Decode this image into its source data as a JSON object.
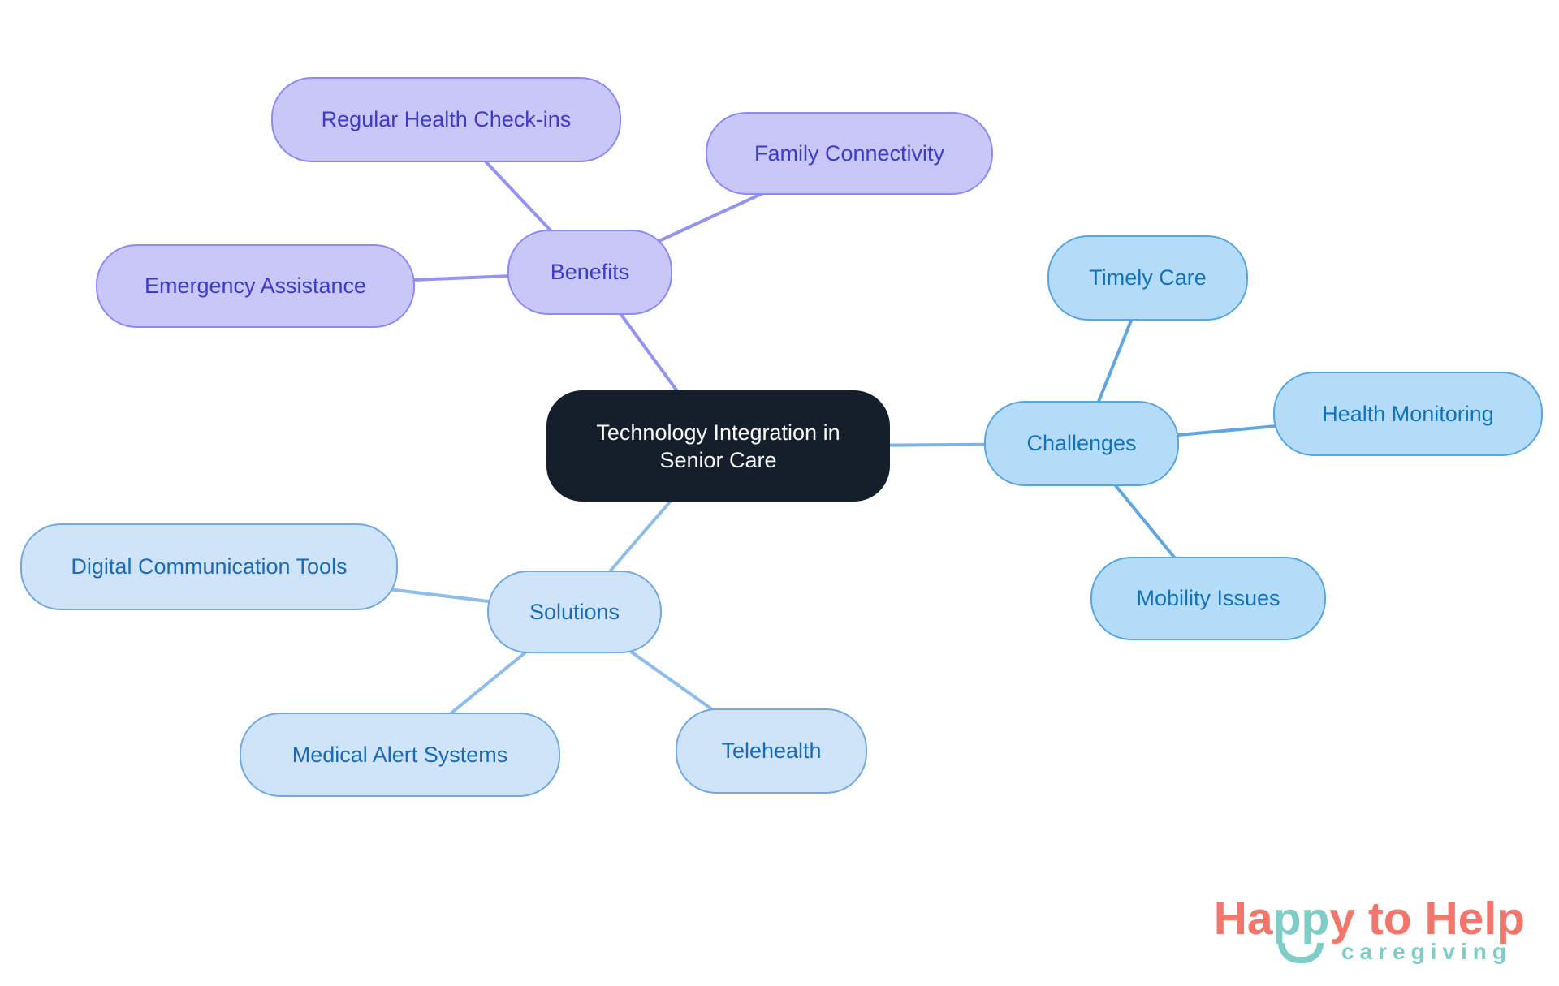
{
  "root": {
    "line1": "Technology Integration in",
    "line2": "Senior Care",
    "bg": "#151e2b",
    "text_color": "#fafafa"
  },
  "branches": {
    "benefits": {
      "label": "Benefits",
      "fill": "#c9c6f8",
      "border": "#8c8cf0",
      "text_color": "#3d3bc8",
      "edge_color": "#9394f0",
      "children": {
        "regular_health_checkins": {
          "label": "Regular Health Check-ins"
        },
        "family_connectivity": {
          "label": "Family Connectivity"
        },
        "emergency_assistance": {
          "label": "Emergency Assistance"
        }
      }
    },
    "challenges": {
      "label": "Challenges",
      "fill": "#b4dcf8",
      "border": "#58a6e1",
      "text_color": "#1173b9",
      "edge_color": "#60a7e1",
      "edge_to_root_color": "#7fb3e7",
      "children": {
        "timely_care": {
          "label": "Timely Care"
        },
        "health_monitoring": {
          "label": "Health Monitoring"
        },
        "mobility_issues": {
          "label": "Mobility Issues"
        }
      }
    },
    "solutions": {
      "label": "Solutions",
      "fill": "#cfe3f9",
      "border": "#74a9dc",
      "text_color": "#1a6bb4",
      "edge_color": "#8fbce9",
      "children": {
        "digital_communication_tools": {
          "label": "Digital Communication Tools"
        },
        "medical_alert_systems": {
          "label": "Medical Alert Systems"
        },
        "telehealth": {
          "label": "Telehealth"
        }
      }
    }
  },
  "logo": {
    "part1": "Ha",
    "part2": "pp",
    "part3": "y",
    "part4": " to ",
    "part5": "Help",
    "tagline": "caregiving",
    "coral": "#f2766c",
    "teal": "#7fcdc7"
  }
}
